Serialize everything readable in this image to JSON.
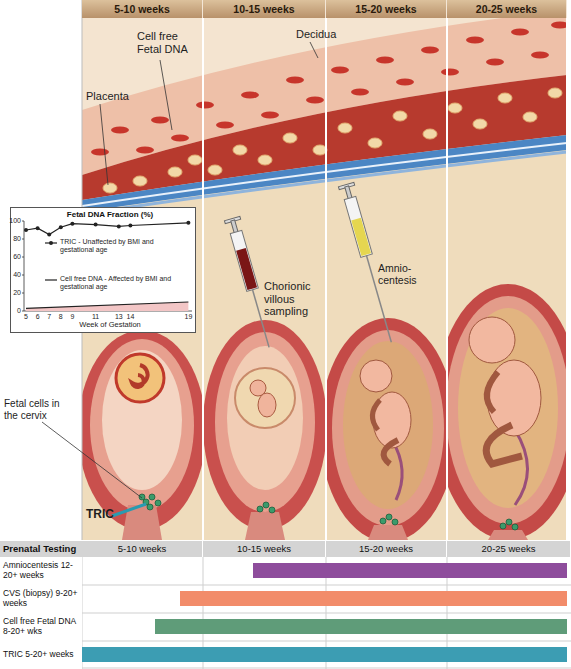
{
  "diagram": {
    "nodes": [
      {
        "text": [
          "5-10 weeks"
        ]
      },
      {
        "text": [
          "10-15 weeks"
        ]
      },
      {
        "text": [
          "15-20 weeks"
        ]
      },
      {
        "text": [
          "20-25 weeks"
        ]
      },
      {
        "text": [
          "Fetal DNA Fraction (%)"
        ]
      },
      {
        "text": [
          "Prenatal Testing"
        ]
      },
      {
        "text": [
          "5-10 weeks"
        ]
      },
      {
        "text": [
          "10-15 weeks"
        ]
      },
      {
        "text": [
          "15-20 weeks"
        ]
      },
      {
        "text": [
          "20-25 weeks"
        ]
      },
      {
        "text": [
          "Amniocentesis 12-20+ weeks"
        ]
      },
      {
        "text": [
          "CVS (biopsy) 9-20+ weeks"
        ]
      },
      {
        "text": [
          "Cell free Fetal DNA 8-20+ wks"
        ]
      },
      {
        "text": [
          "TRIC 5-20+ weeks"
        ]
      }
    ],
    "labels": [
      "Decidua",
      "Cell free Fetal DNA",
      "Placenta",
      "Chorionic villous sampling",
      "Amnio- centesis",
      "Fetal cells in the cervix",
      "TRIC",
      "0",
      "20",
      "40",
      "60",
      "80",
      "100",
      "5",
      "6",
      "7",
      "8",
      "9",
      "11",
      "13",
      "14",
      "19",
      "Week of Gestation"
    ],
    "legend": [
      {
        "text": "TRIC - Unaffected by BMI and gestational age"
      },
      {
        "text": "Cell free DNA - Affected by BMI and gestational age"
      }
    ]
  }
}
